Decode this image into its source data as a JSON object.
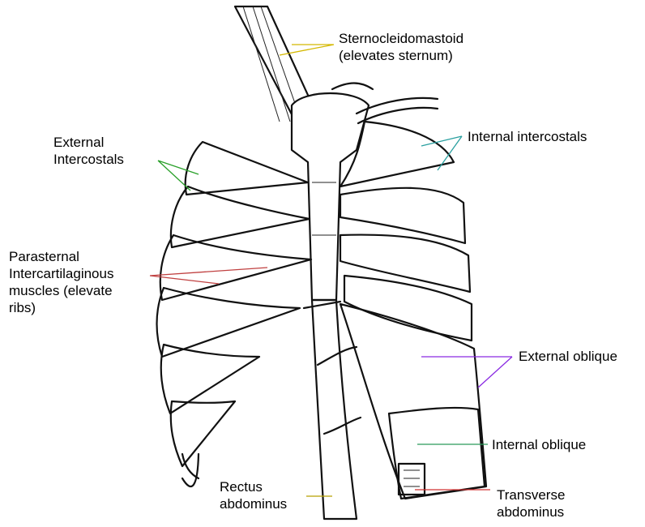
{
  "labels": {
    "sternocleidomastoid": "Sternocleidomastoid\n(elevates sternum)",
    "external_intercostals": "External\nIntercostals",
    "internal_intercostals": "Internal intercostals",
    "parasternal": "Parasternal\nIntercartilaginous\nmuscles (elevate\nribs)",
    "external_oblique": "External oblique",
    "internal_oblique": "Internal oblique",
    "rectus_abdominus": "Rectus\nabdominus",
    "transverse_abdominus": "Transverse\nabdominus"
  },
  "colors": {
    "leader_sternocleidomastoid": "#d4b800",
    "leader_external_intercostals": "#2aa02a",
    "leader_internal_intercostals": "#2aa0a0",
    "leader_parasternal": "#c04040",
    "leader_external_oblique": "#8a2be2",
    "leader_internal_oblique": "#2a9a5a",
    "leader_rectus_abdominus": "#b8a000",
    "leader_transverse_abdominus": "#d03030"
  }
}
